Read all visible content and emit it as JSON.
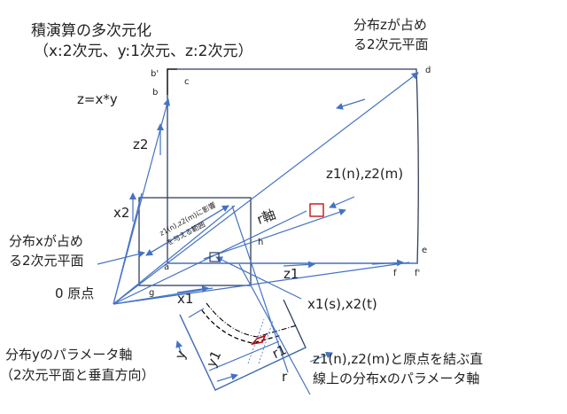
{
  "title": {
    "line1": "積演算の多次元化",
    "line2": "（x:2次元、y:1次元、z:2次元）"
  },
  "labels": {
    "z_dist_1": "分布zが占め",
    "z_dist_2": "る2次元平面",
    "formula": "z=x*y",
    "b_prime": "b'",
    "b": "b",
    "c": "c",
    "d": "d",
    "e": "e",
    "f": "f",
    "f_prime": "f'",
    "a": "a",
    "g": "g",
    "h": "h",
    "z2": "z2",
    "x2": "x2",
    "z1": "z1",
    "x1": "x1",
    "y": "y",
    "y1": "y1",
    "r1": "r1",
    "r": "r",
    "r_axis": "r軸",
    "influence_1": "z1(n),z2(m)に影響",
    "influence_2": "を与える範囲",
    "z1n_z2m": "z1(n),z2(m)",
    "x_dist_1": "分布xが占め",
    "x_dist_2": "る2次元平面",
    "origin": "0 原点",
    "x1s_x2t": "x1(s),x2(t)",
    "y_axis_1": "分布yのパラメータ軸",
    "y_axis_2": "（2次元平面と垂直方向）",
    "line_axis_1": "z1(n),z2(m)と原点を結ぶ直",
    "line_axis_2": "線上の分布xのパラメータ軸"
  },
  "colors": {
    "arrow": "#4472c4",
    "frame": "#2f3f5f",
    "highlight": "#c00000"
  }
}
